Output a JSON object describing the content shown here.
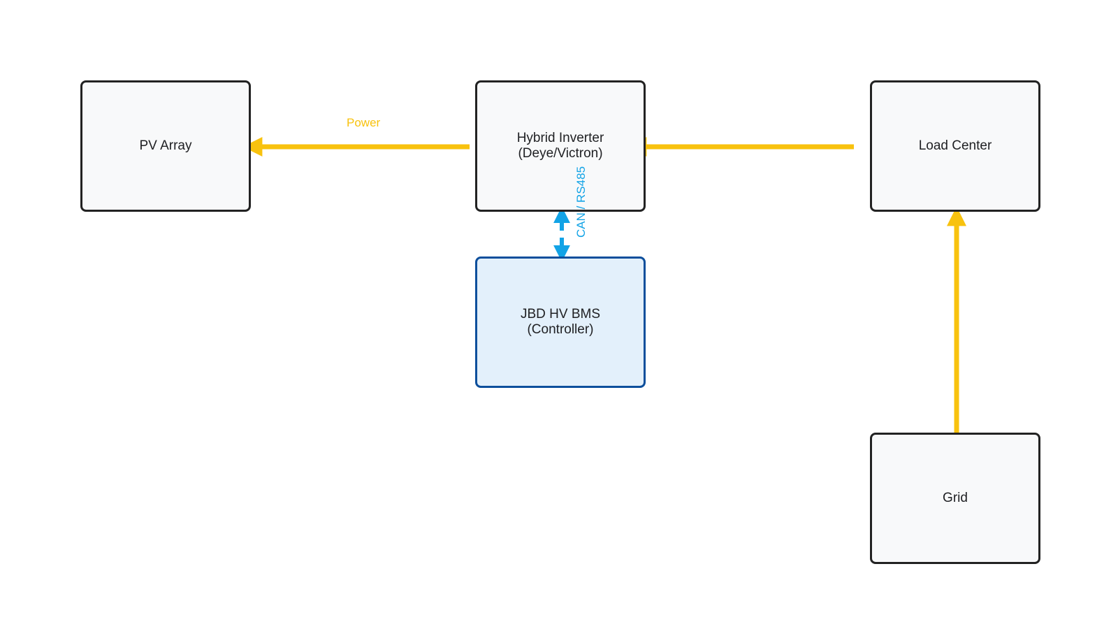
{
  "colors": {
    "power": "#f8c20e",
    "comms": "#12a3e6",
    "node_border": "#222222",
    "node_fill": "#f8f9fa",
    "bms_border": "#0d4f9c",
    "bms_fill": "#e3f0fb",
    "text": "#202124"
  },
  "nodes": {
    "pv_array": {
      "line1": "PV Array"
    },
    "inverter": {
      "line1": "Hybrid Inverter",
      "line2": "(Deye/Victron)"
    },
    "load_center": {
      "line1": "Load Center"
    },
    "bms": {
      "line1": "JBD HV BMS",
      "line2": "(Controller)"
    },
    "grid": {
      "line1": "Grid"
    }
  },
  "edges": {
    "inverter_to_pv": {
      "label": "Power"
    },
    "load_to_inverter": {
      "label": ""
    },
    "grid_to_load": {
      "label": ""
    },
    "inverter_bms": {
      "label": "CAN / RS485"
    }
  }
}
